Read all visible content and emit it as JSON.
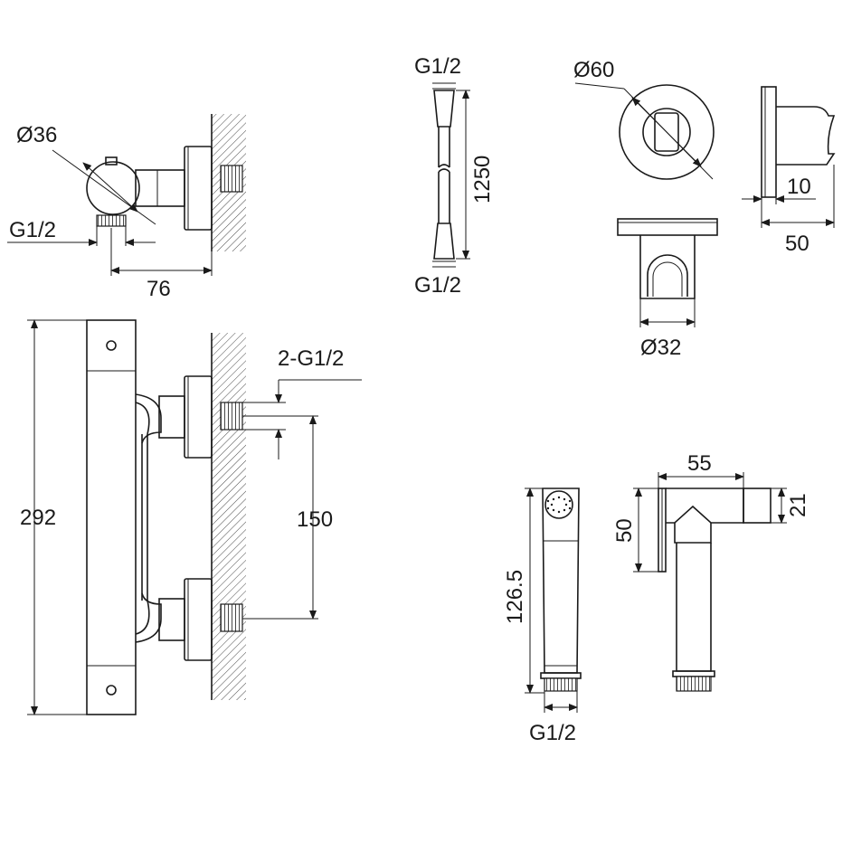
{
  "labels": {
    "valve_diameter": "Ø36",
    "valve_inlet": "G1/2",
    "valve_depth": "76",
    "hose_top": "G1/2",
    "hose_length": "1250",
    "hose_bottom": "G1/2",
    "flange_diameter": "Ø60",
    "holder_flange": "10",
    "holder_depth": "50",
    "holder_diameter": "Ø32",
    "inlets": "2-G1/2",
    "height": "292",
    "centers": "150",
    "spray_length": "126.5",
    "spray_thread": "G1/2",
    "spray_width": "55",
    "spray_height": "50",
    "spray_nozzle": "21"
  }
}
